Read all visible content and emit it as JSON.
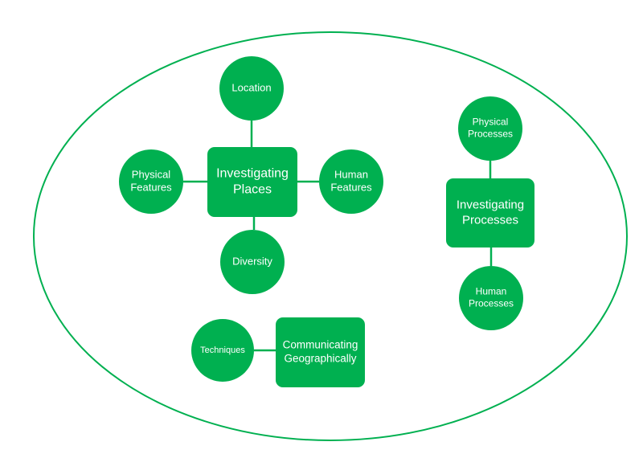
{
  "colors": {
    "fill": "#00b050",
    "stroke": "#00b050",
    "text": "#ffffff",
    "background": "#ffffff"
  },
  "groups": [
    {
      "center": {
        "id": "investigating-places",
        "label": [
          "Investigating",
          "Places"
        ]
      },
      "children": [
        {
          "id": "location",
          "label": [
            "Location"
          ]
        },
        {
          "id": "physical-features",
          "label": [
            "Physical",
            "Features"
          ]
        },
        {
          "id": "human-features",
          "label": [
            "Human",
            "Features"
          ]
        },
        {
          "id": "diversity",
          "label": [
            "Diversity"
          ]
        }
      ]
    },
    {
      "center": {
        "id": "investigating-processes",
        "label": [
          "Investigating",
          "Processes"
        ]
      },
      "children": [
        {
          "id": "physical-processes",
          "label": [
            "Physical",
            "Processes"
          ]
        },
        {
          "id": "human-processes",
          "label": [
            "Human",
            "Processes"
          ]
        }
      ]
    },
    {
      "center": {
        "id": "communicating-geographically",
        "label": [
          "Communicating",
          "Geographically"
        ]
      },
      "children": [
        {
          "id": "techniques",
          "label": [
            "Techniques"
          ]
        }
      ]
    }
  ]
}
